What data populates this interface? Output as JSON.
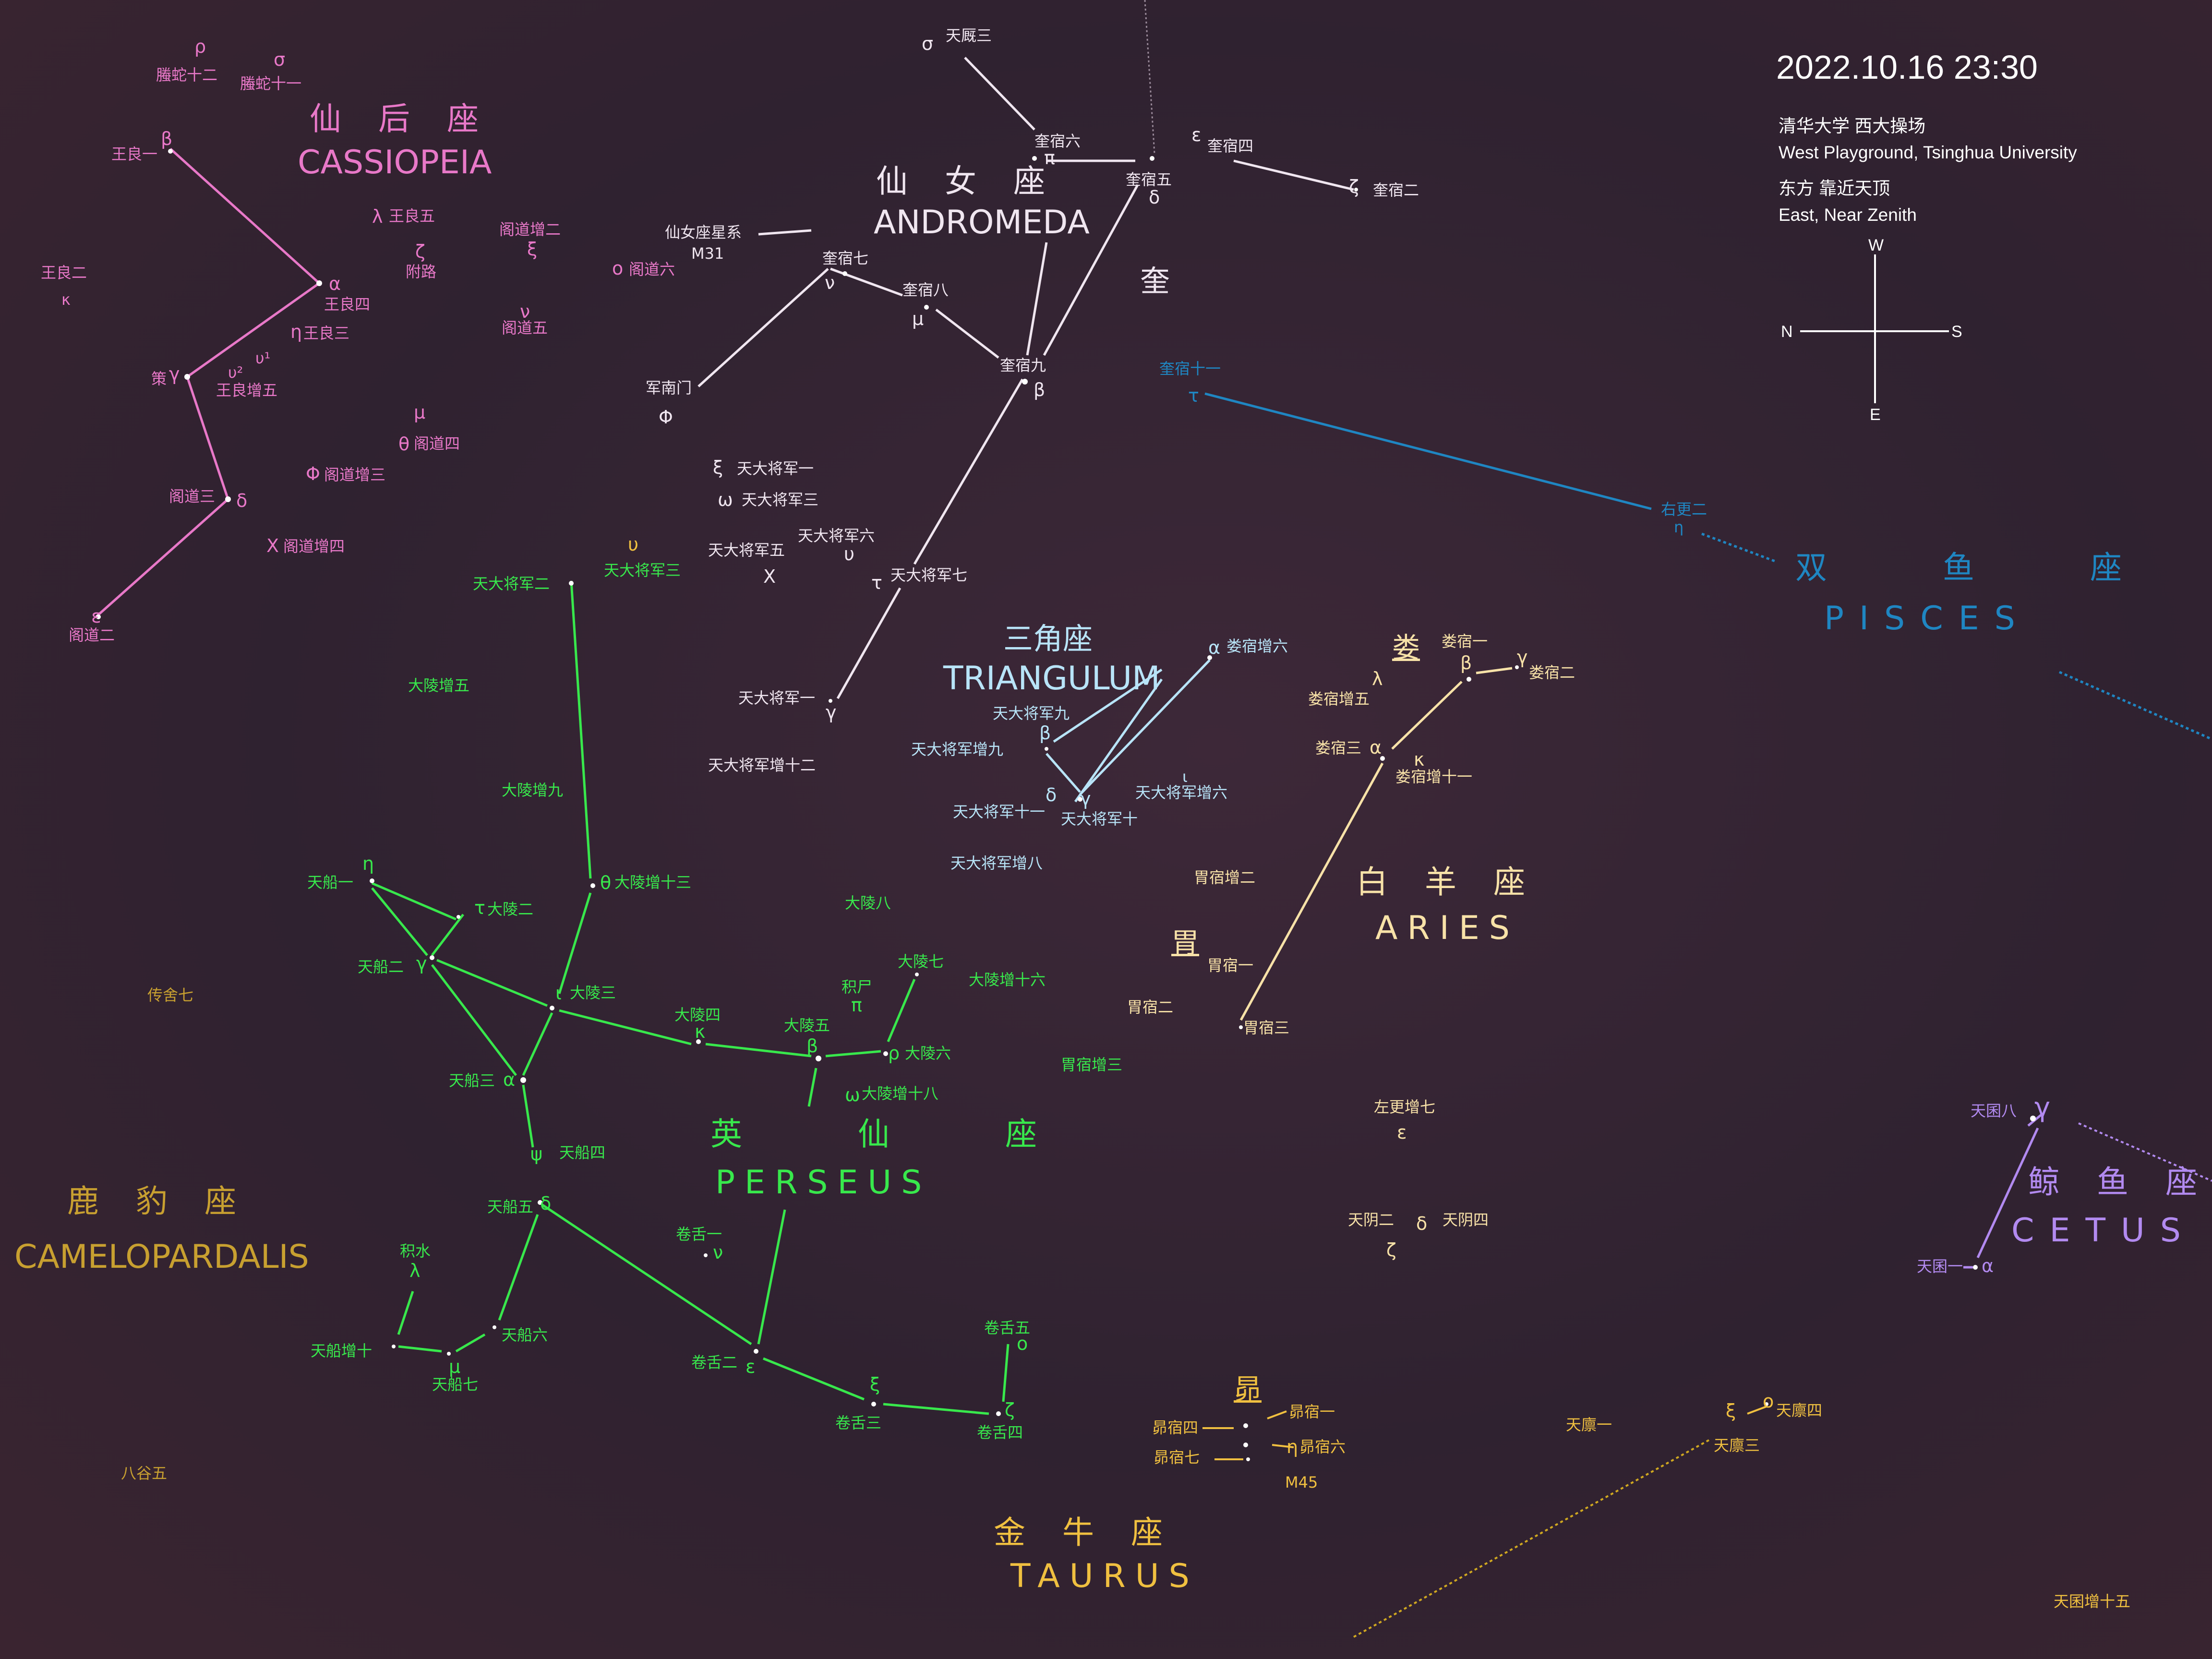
{
  "header": {
    "datetime": "2022.10.16  23:30",
    "location_cn": "清华大学  西大操场",
    "location_en": "West Playground, Tsinghua University",
    "direction_cn": "东方  靠近天顶",
    "direction_en": "East, Near Zenith"
  },
  "compass": {
    "w": "W",
    "n": "N",
    "s": "S",
    "e": "E"
  },
  "colors": {
    "cassiopeia": "#e878c8",
    "andromeda": "#f0e6f0",
    "triangulum": "#b8e4f8",
    "aries": "#f8e2a8",
    "pisces": "#1f86c2",
    "perseus": "#38e84c",
    "cetus": "#b28af0",
    "taurus": "#f0c040",
    "camelopardalis": "#c8a030"
  },
  "constellations": {
    "cassiopeia": {
      "cn": "仙 后 座",
      "en": "CASSIOPEIA"
    },
    "andromeda": {
      "cn": "仙 女 座",
      "en": "ANDROMEDA"
    },
    "triangulum": {
      "cn": "三角座",
      "en": "TRIANGULUM"
    },
    "aries": {
      "cn": "白 羊 座",
      "en": "ARIES"
    },
    "pisces": {
      "cn": "双 鱼 座",
      "en": "PISCES"
    },
    "perseus": {
      "cn": "英 仙 座",
      "en": "PERSEUS"
    },
    "cetus": {
      "cn": "鲸 鱼 座",
      "en": "CETUS"
    },
    "taurus": {
      "cn": "金 牛 座",
      "en": "TAURUS"
    },
    "camelopardalis": {
      "cn": "鹿 豹 座",
      "en": "CAMELOPARDALIS"
    }
  },
  "mansions": {
    "kui": "奎",
    "lou": "娄",
    "wei": "胃",
    "mao": "昴"
  },
  "labels": {
    "cas": [
      "ρ",
      "螣蛇十二",
      "σ",
      "螣蛇十一",
      "β",
      "王良一",
      "λ",
      "王良五",
      "ζ",
      "附路",
      "α",
      "王良四",
      "王良二",
      "κ",
      "η",
      "王良三",
      "υ¹",
      "υ²",
      "王良增五",
      "策",
      "γ",
      "阁道增二",
      "ξ",
      "ο",
      "阁道六",
      "ν",
      "阁道五",
      "μ",
      "θ",
      "阁道四",
      "Φ",
      "阁道增三",
      "阁道三",
      "δ",
      "X",
      "阁道增四",
      "ε",
      "阁道二"
    ],
    "and": [
      "σ",
      "天厩三",
      "奎宿六",
      "π",
      "ε",
      "奎宿四",
      "奎宿五",
      "δ",
      "ζ",
      "奎宿二",
      "仙女座星系",
      "M31",
      "奎宿七",
      "ν",
      "奎宿八",
      "μ",
      "奎宿九",
      "β",
      "军南门",
      "Φ",
      "ξ",
      "天大将军一",
      "ω",
      "天大将军三",
      "天大将军六",
      "υ",
      "天大将军五",
      "X",
      "υ",
      "天大将军三",
      "天大将军二",
      "τ",
      "天大将军七",
      "天大将军一",
      "γ",
      "天大将军增十二",
      "奎宿十一",
      "τ",
      "右更二",
      "η"
    ],
    "tri": [
      "α",
      "娄宿增六",
      "天大将军九",
      "β",
      "天大将军增九",
      "δ",
      "γ",
      "ι",
      "天大将军增六",
      "天大将军十一",
      "天大将军十",
      "天大将军增八"
    ],
    "ari": [
      "娄宿一",
      "β",
      "γ",
      "娄宿二",
      "λ",
      "娄宿增五",
      "娄宿三",
      "α",
      "κ",
      "娄宿增十一",
      "胃宿增二",
      "胃宿一",
      "胃宿二",
      "胃宿三",
      "胃宿增三",
      "左更增七",
      "ε",
      "天阴二",
      "δ",
      "天阴四",
      "ζ"
    ],
    "per": [
      "大陵增五",
      "大陵增九",
      "η",
      "天船一",
      "τ",
      "大陵二",
      "θ",
      "大陵增十三",
      "天船二",
      "γ",
      "ι",
      "大陵三",
      "大陵八",
      "大陵七",
      "积尸",
      "π",
      "大陵增十六",
      "大陵四",
      "κ",
      "大陵五",
      "β",
      "ρ",
      "大陵六",
      "天船三",
      "α",
      "ω",
      "大陵增十八",
      "ψ",
      "天船四",
      "天船五",
      "δ",
      "积水",
      "λ",
      "卷舌一",
      "ν",
      "天船六",
      "天船增十",
      "μ",
      "天船七",
      "卷舌二",
      "ε",
      "ξ",
      "卷舌三",
      "卷舌五",
      "ο",
      "ζ",
      "卷舌四"
    ],
    "tau": [
      "昴宿四",
      "昴宿一",
      "η",
      "昴宿六",
      "昴宿七",
      "M45",
      "天廪一",
      "ξ",
      "ο",
      "天廪四",
      "天廪三",
      "天囷增十五"
    ],
    "cet": [
      "天囷八",
      "γ",
      "天囷一",
      "α"
    ],
    "cam": [
      "传舍七",
      "八谷五"
    ]
  }
}
